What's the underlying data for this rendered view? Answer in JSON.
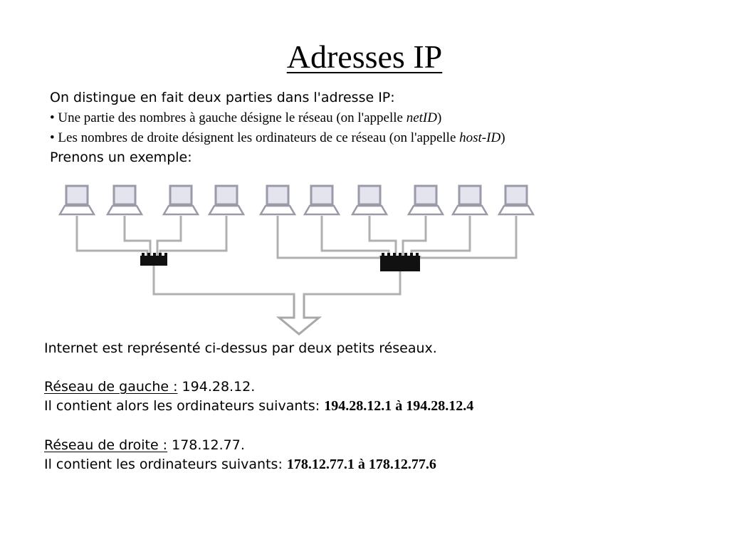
{
  "title": "Adresses IP",
  "intro": {
    "line1": "On distingue en fait deux parties dans l'adresse IP:",
    "bullet1_text": "• Une partie des nombres à gauche désigne le réseau (on l'appelle ",
    "bullet1_term": "netID",
    "bullet1_end": ")",
    "bullet2_text": "• Les nombres de droite désignent les ordinateurs de ce réseau (on l'appelle ",
    "bullet2_term": "host-ID",
    "bullet2_end": ")",
    "example": "Prenons un exemple:"
  },
  "diagram": {
    "left_computers": 4,
    "right_computers": 6,
    "colors": {
      "line": "#b0b0b0",
      "screen_border": "#9a9aa8",
      "screen_fill": "#e4e4ee",
      "hub": "#111111"
    }
  },
  "body": {
    "summary": "Internet est représenté ci-dessus par deux petits réseaux.",
    "left_label": "Réseau de gauche :",
    "left_net": " 194.28.12.",
    "left_contains": "Il contient alors les ordinateurs suivants: ",
    "left_range": "194.28.12.1 à 194.28.12.4",
    "right_label": "Réseau de droite :",
    "right_net": " 178.12.77.",
    "right_contains": "Il contient les ordinateurs suivants: ",
    "right_range": "178.12.77.1 à 178.12.77.6"
  }
}
